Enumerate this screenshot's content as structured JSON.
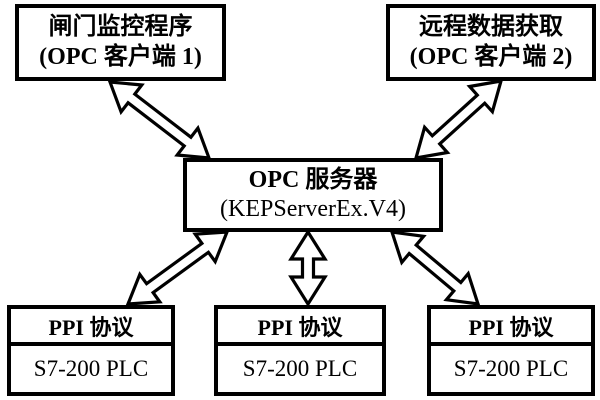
{
  "diagram": {
    "client1": {
      "line1": "闸门监控程序",
      "line2": "(OPC 客户端 1)"
    },
    "client2": {
      "line1": "远程数据获取",
      "line2": "(OPC 客户端 2)"
    },
    "server": {
      "line1": "OPC 服务器",
      "line2": "(KEPServerEx.V4)"
    },
    "plcs": [
      {
        "protocol": "PPI 协议",
        "device": "S7-200 PLC"
      },
      {
        "protocol": "PPI 协议",
        "device": "S7-200 PLC"
      },
      {
        "protocol": "PPI 协议",
        "device": "S7-200 PLC"
      }
    ],
    "colors": {
      "line": "#000000",
      "fill": "#ffffff"
    }
  }
}
